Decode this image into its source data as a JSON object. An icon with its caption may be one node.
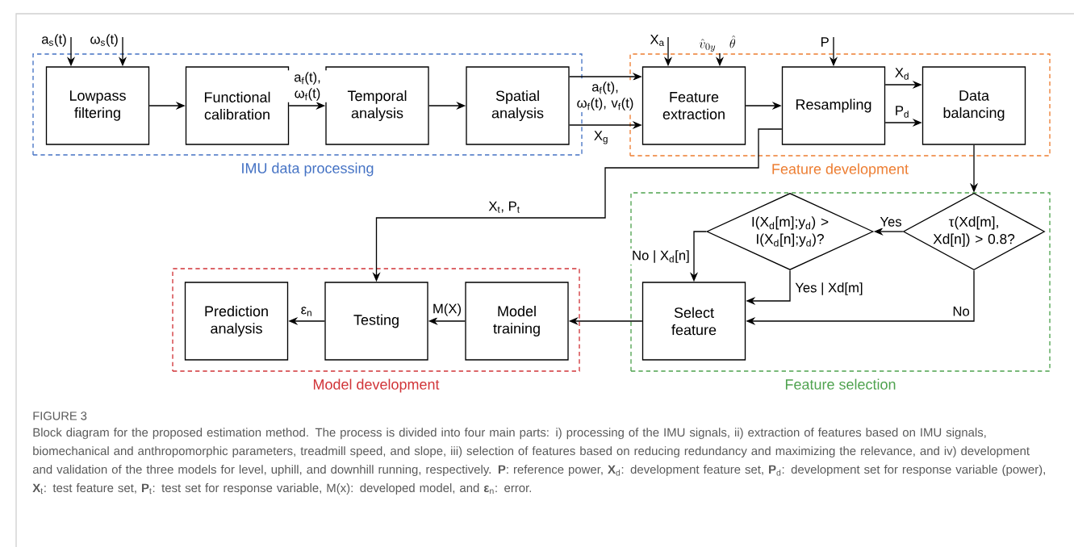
{
  "diagram": {
    "title": "FIGURE 3",
    "caption": "Block diagram for the proposed estimation method. The process is divided into four main parts: i) processing of the IMU signals, ii) extraction of features based on IMU signals, biomechanical and anthropomorphic parameters, treadmill speed, and slope, iii) selection of features based on reducing redundancy and maximizing the relevance, and iv) development and validation of the three models for level, uphill, and downhill running, respectively. **P**: reference power, **X**$_{d}$: development feature set, **P**$_{d}$: development set for response variable (power), **X**$_{t}$: test feature set, **P**$_{t}$: test set for response variable, M(x): developed model, and **ε**$_{n}$: error.",
    "nodes": [
      {
        "text": [
          "IMU data processing"
        ]
      },
      {
        "text": [
          "Lowpass filtering"
        ],
        "in": 0
      },
      {
        "text": [
          "Functional calibration"
        ],
        "in": 0
      },
      {
        "text": [
          "Temporal analysis"
        ],
        "in": 0
      },
      {
        "text": [
          "Spatial analysis"
        ],
        "in": 0
      },
      {
        "text": [
          "Feature development"
        ]
      },
      {
        "text": [
          "Feature extraction"
        ],
        "in": 5
      },
      {
        "text": [
          "Resampling"
        ],
        "in": 5
      },
      {
        "text": [
          "Data balancing"
        ],
        "in": 5
      },
      {
        "text": [
          "Feature selection"
        ]
      },
      {
        "text": [
          "I(X$_{d}$[m];y$_{d}$) > I(X$_{d}$[n];y$_{d}$)?"
        ],
        "in": 9
      },
      {
        "text": [
          "τ(Xd[m], Xd[n]) > 0.8?"
        ],
        "in": 9
      },
      {
        "text": [
          "Select feature"
        ],
        "in": 9
      },
      {
        "text": [
          "Model development"
        ]
      },
      {
        "text": [
          "Prediction analysis"
        ],
        "in": 13
      },
      {
        "text": [
          "Testing"
        ],
        "in": 13
      },
      {
        "text": [
          "Model training"
        ],
        "in": 13
      }
    ],
    "edges": [
      {
        "from": null,
        "to": 1,
        "arrow": "to",
        "label": "a$_{s}$(t)"
      },
      {
        "from": null,
        "to": 1,
        "arrow": "to",
        "label": "ω$_{s}$(t)"
      },
      {
        "from": 1,
        "to": 2,
        "arrow": "to"
      },
      {
        "from": 2,
        "to": 3,
        "arrow": "to",
        "label": "a$_{f}$(t), ω$_{f}$(t)"
      },
      {
        "from": 3,
        "to": 4,
        "arrow": "to"
      },
      {
        "from": 4,
        "to": 6,
        "arrow": "to",
        "label": "a$_{f}$(t), ω$_{f}$(t), v$_{f}$(t)"
      },
      {
        "from": 4,
        "to": 6,
        "arrow": "to",
        "label": "X$_{g}$"
      },
      {
        "from": null,
        "to": 6,
        "arrow": "to",
        "label": "X$_{a}$"
      },
      {
        "from": null,
        "to": 6,
        "arrow": "to",
        "label": "\\hat{v}_{0y}\\quad\\hat{\\theta}"
      },
      {
        "from": null,
        "to": 7,
        "arrow": "to",
        "label": "P"
      },
      {
        "from": 6,
        "to": 7,
        "arrow": "to"
      },
      {
        "from": 7,
        "to": 8,
        "arrow": "to",
        "label": "X$_{d}$"
      },
      {
        "from": 7,
        "to": 8,
        "arrow": "to",
        "label": "P$_{d}$"
      },
      {
        "from": 8,
        "to": 11,
        "arrow": "to"
      },
      {
        "from": 11,
        "to": 10,
        "arrow": "to",
        "label": "Yes"
      },
      {
        "from": 10,
        "to": 12,
        "arrow": "to",
        "label": "No | X$_{d}$[n]"
      },
      {
        "from": 10,
        "to": 12,
        "arrow": "to",
        "label": "Yes | Xd[m]"
      },
      {
        "from": 11,
        "to": 12,
        "arrow": "to",
        "label": "No"
      },
      {
        "from": 12,
        "to": 16,
        "arrow": "to"
      },
      {
        "from": 16,
        "to": 15,
        "arrow": "to",
        "label": "M(X)"
      },
      {
        "from": 15,
        "to": 14,
        "arrow": "to",
        "label": "ε$_{n}$"
      },
      {
        "from": 7,
        "to": 15,
        "arrow": "to",
        "label": "X$_{t}$, P$_{t}$"
      }
    ]
  }
}
